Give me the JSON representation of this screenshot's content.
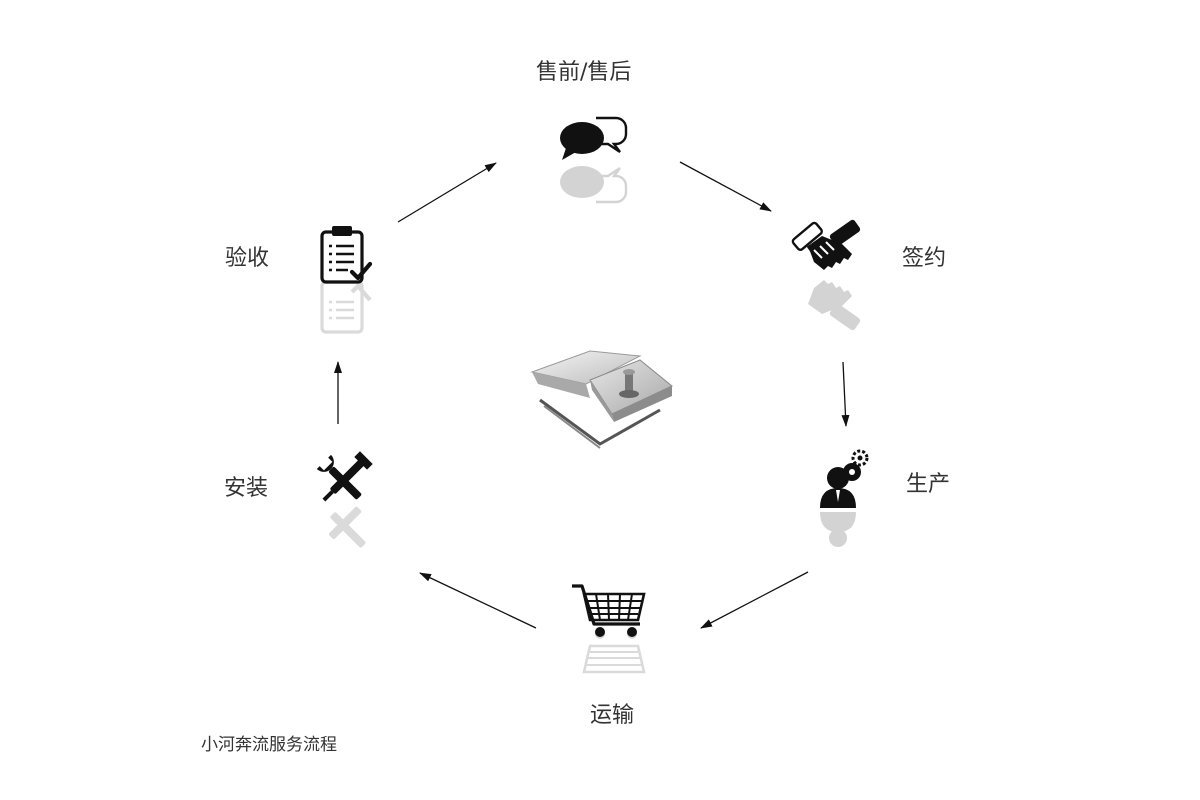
{
  "diagram": {
    "stages": [
      {
        "id": "presales",
        "label": "售前/售后",
        "icon": "speech-bubbles-icon"
      },
      {
        "id": "contract",
        "label": "签约",
        "icon": "handshake-icon"
      },
      {
        "id": "production",
        "label": "生产",
        "icon": "worker-gears-icon"
      },
      {
        "id": "transport",
        "label": "运输",
        "icon": "shopping-cart-icon"
      },
      {
        "id": "install",
        "label": "安装",
        "icon": "wrench-screwdriver-icon"
      },
      {
        "id": "acceptance",
        "label": "验收",
        "icon": "clipboard-check-icon"
      }
    ],
    "flow": [
      [
        "presales",
        "contract"
      ],
      [
        "contract",
        "production"
      ],
      [
        "production",
        "transport"
      ],
      [
        "transport",
        "install"
      ],
      [
        "install",
        "acceptance"
      ],
      [
        "acceptance",
        "presales"
      ]
    ],
    "center_image": "raised-floor-panel-image",
    "caption": "小河奔流服务流程",
    "colors": {
      "icon": "#111111",
      "text": "#333333",
      "arrow": "#111111"
    }
  }
}
